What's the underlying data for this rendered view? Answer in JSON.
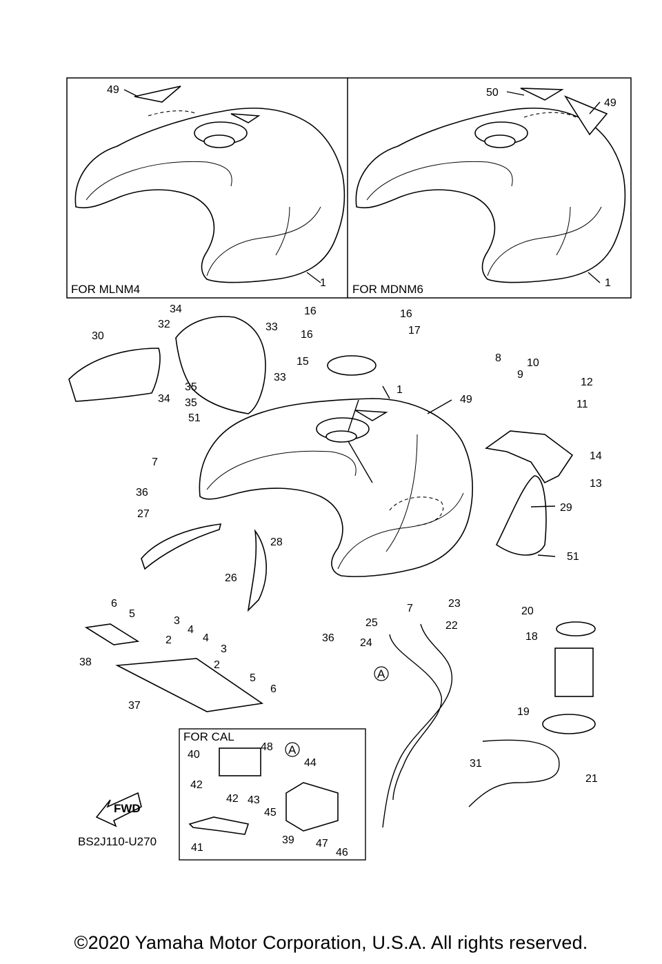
{
  "panels": {
    "left_label": "FOR MLNM4",
    "right_label": "FOR MDNM6"
  },
  "cal_box_label": "FOR CAL",
  "fwd_label": "FWD",
  "figure_code": "BS2J110-U270",
  "circle_ref": "A",
  "copyright": "©2020 Yamaha Motor Corporation, U.S.A. All rights reserved.",
  "callouts": [
    "1",
    "1",
    "1",
    "2",
    "2",
    "3",
    "3",
    "4",
    "4",
    "5",
    "5",
    "6",
    "6",
    "7",
    "7",
    "8",
    "9",
    "10",
    "11",
    "12",
    "13",
    "14",
    "15",
    "16",
    "16",
    "16",
    "17",
    "18",
    "19",
    "20",
    "21",
    "22",
    "23",
    "24",
    "25",
    "26",
    "27",
    "28",
    "29",
    "30",
    "31",
    "32",
    "33",
    "33",
    "34",
    "34",
    "35",
    "35",
    "36",
    "36",
    "37",
    "38",
    "39",
    "40",
    "41",
    "42",
    "42",
    "43",
    "44",
    "45",
    "46",
    "47",
    "48",
    "49",
    "49",
    "49",
    "50",
    "51",
    "51"
  ]
}
